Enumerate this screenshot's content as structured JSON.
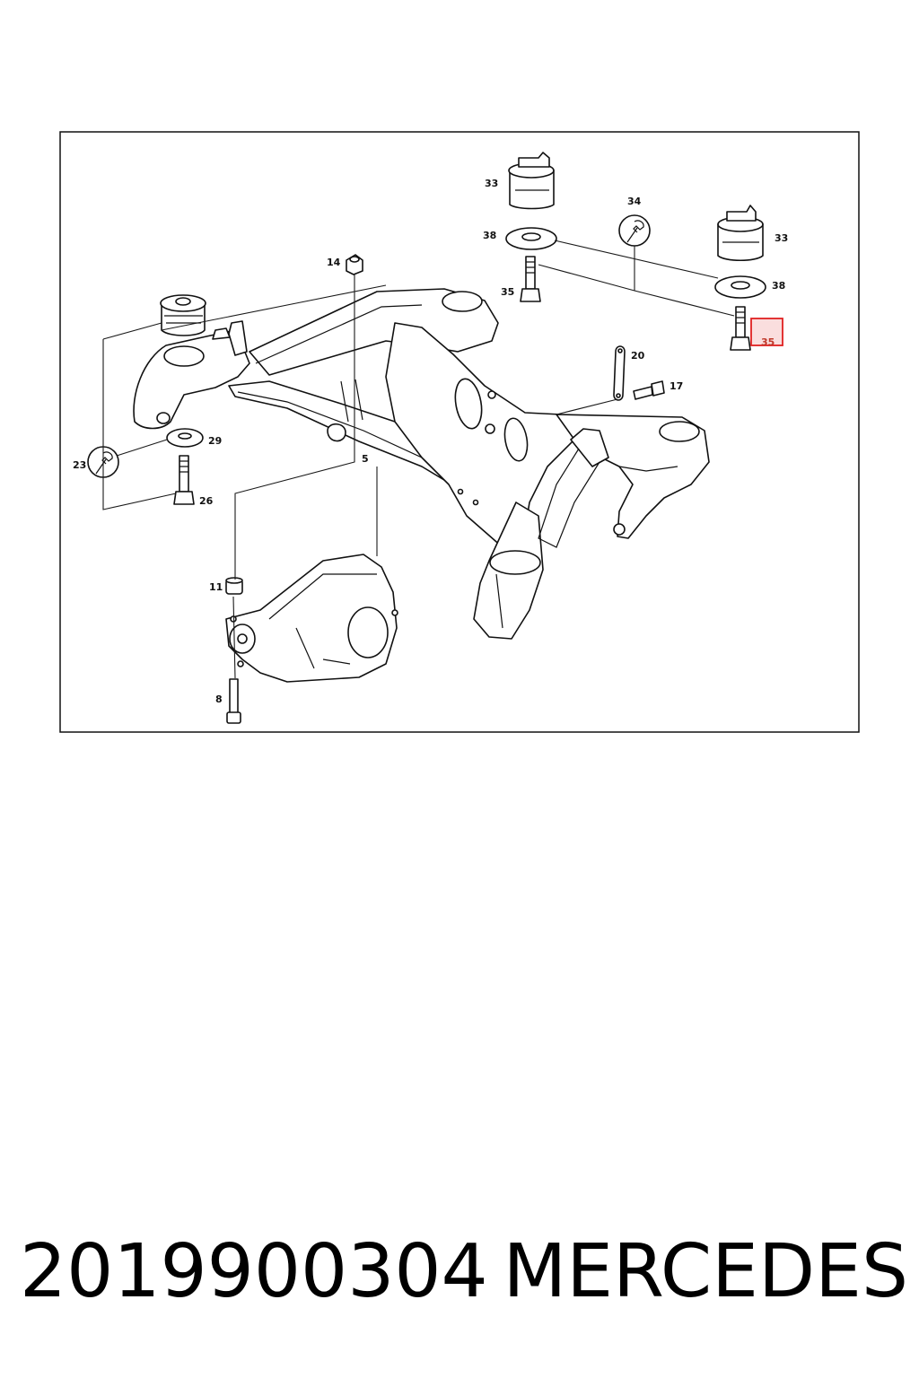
{
  "diagram": {
    "callouts": {
      "c33a": "33",
      "c33b": "33",
      "c34": "34",
      "c38a": "38",
      "c38b": "38",
      "c35a": "35",
      "c35b": "35",
      "c14": "14",
      "c20": "20",
      "c17": "17",
      "c23": "23",
      "c29": "29",
      "c26": "26",
      "c5": "5",
      "c11": "11",
      "c8": "8"
    },
    "highlight_color": "#e02020"
  },
  "caption": {
    "part_number": "2019900304",
    "brand": "MERCEDES"
  }
}
